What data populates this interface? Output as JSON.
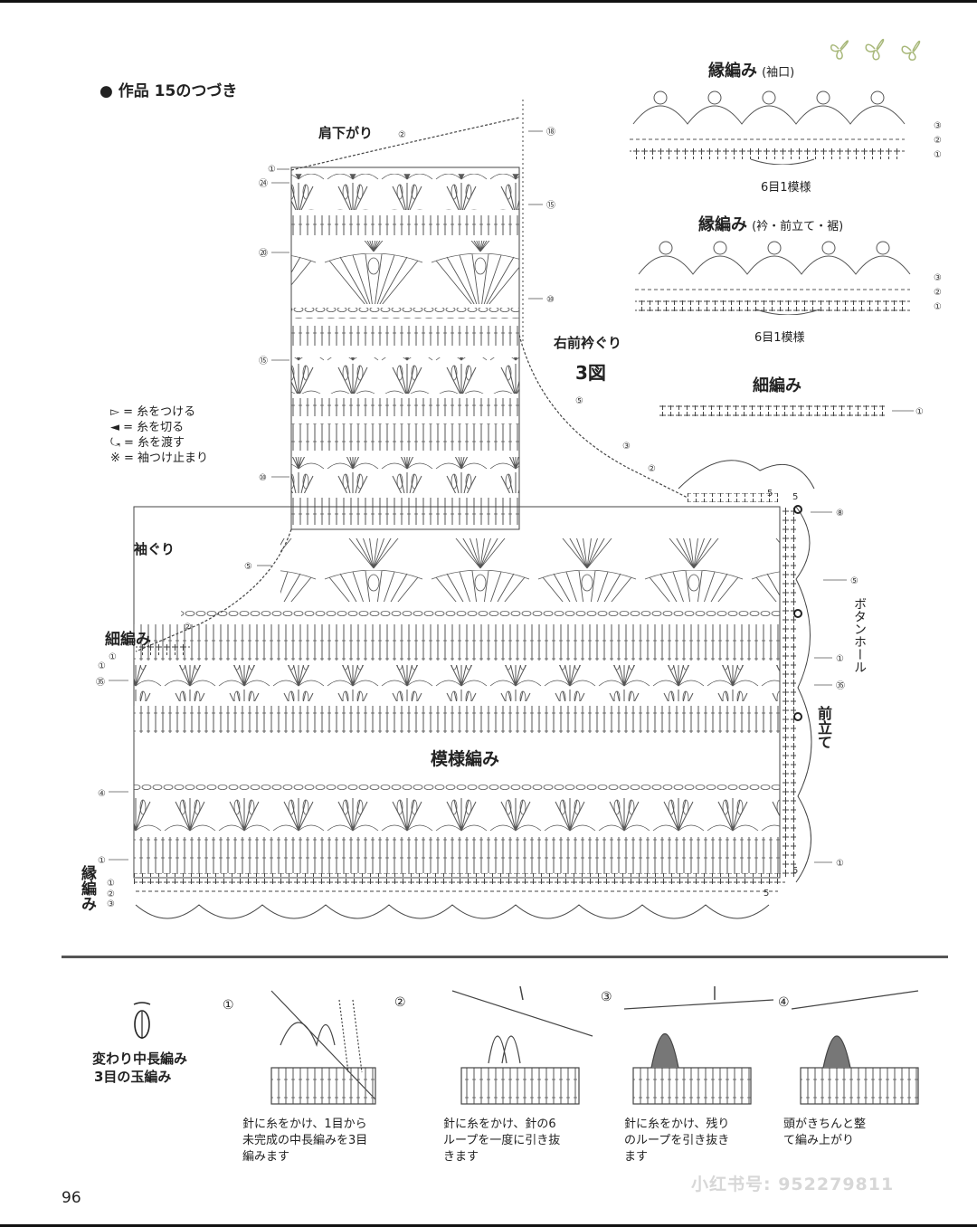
{
  "title": "● 作品 15のつづき",
  "labels": {
    "shoulder": "肩下がり",
    "neckline": "右前衿ぐり",
    "neckline_fig": "3図",
    "armhole": "袖ぐり",
    "sc_left": "細編み",
    "pattern": "模様編み",
    "edge_vertical": "縁編み",
    "buttonhole": "ボタンホール",
    "front_band": "前立て"
  },
  "legend": [
    "▻ = 糸をつける",
    "◄ = 糸を切る",
    "⤿ = 糸を渡す",
    "※ = 袖つけ止まり"
  ],
  "right_panels": {
    "edge_cuff_title": "縁編み",
    "edge_cuff_sub": "(袖口)",
    "edge_cuff_repeat": "6目1模様",
    "edge_collar_title": "縁編み",
    "edge_collar_sub": "(衿・前立て・裾)",
    "edge_collar_repeat": "6目1模様",
    "sc_title": "細編み"
  },
  "row_markers": {
    "r18": "⑱",
    "r15": "⑮",
    "r10": "⑩",
    "r5": "⑤",
    "r3": "③",
    "r2": "②",
    "r1": "①",
    "r24": "㉔",
    "r20": "⑳",
    "r35": "㉟",
    "r4": "④",
    "r8": "⑧",
    "num5": "5"
  },
  "technique": {
    "name_line1": "変わり中長編み",
    "name_line2": "3目の玉編み",
    "steps": [
      {
        "num": "①",
        "text_l1": "針に糸をかけ、1目から",
        "text_l2": "未完成の中長編みを3目",
        "text_l3": "編みます"
      },
      {
        "num": "②",
        "text_l1": "針に糸をかけ、針の6",
        "text_l2": "ループを一度に引き抜",
        "text_l3": "きます"
      },
      {
        "num": "③",
        "text_l1": "針に糸をかけ、残り",
        "text_l2": "のループを引き抜き",
        "text_l3": "ます"
      },
      {
        "num": "④",
        "text_l1": "頭がきちんと整",
        "text_l2": "て編み上がり",
        "text_l3": ""
      }
    ]
  },
  "page_number": "96",
  "watermark": "小红书号: 952279811"
}
